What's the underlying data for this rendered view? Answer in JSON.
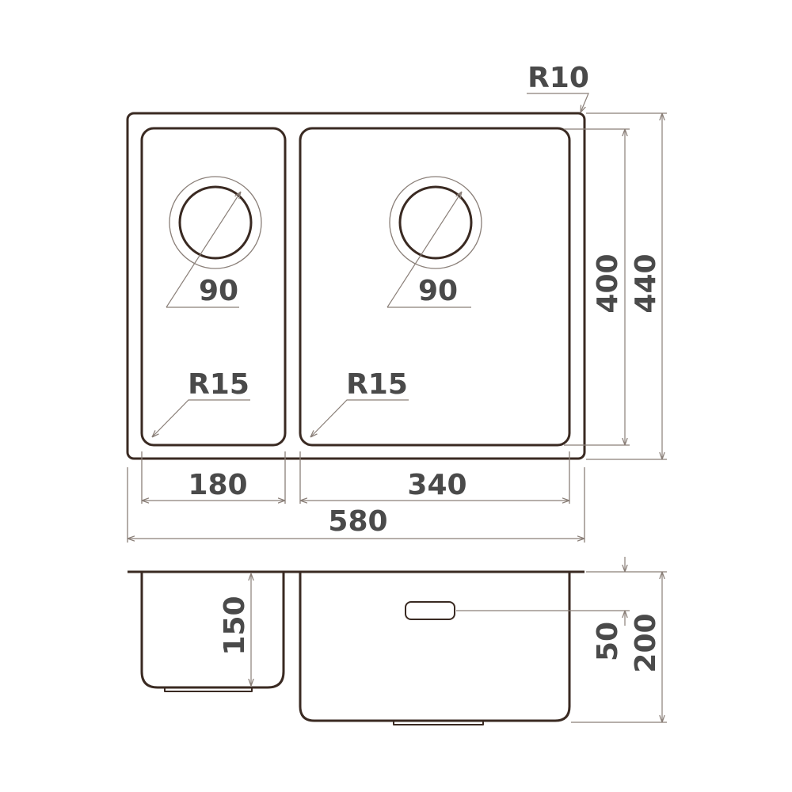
{
  "colors": {
    "outline": "#3a2a22",
    "dimension_line": "#8a7f78",
    "label": "#4a4a4a",
    "background": "#ffffff"
  },
  "top_view": {
    "corner_radius_outer": "R10",
    "left_bowl": {
      "drain_diameter": "90",
      "corner_radius": "R15",
      "width": "180"
    },
    "right_bowl": {
      "drain_diameter": "90",
      "corner_radius": "R15",
      "width": "340"
    },
    "total_width": "580",
    "inner_depth": "400",
    "total_depth": "440"
  },
  "side_view": {
    "left_bowl_depth": "150",
    "overflow_height": "50",
    "total_height": "200"
  }
}
